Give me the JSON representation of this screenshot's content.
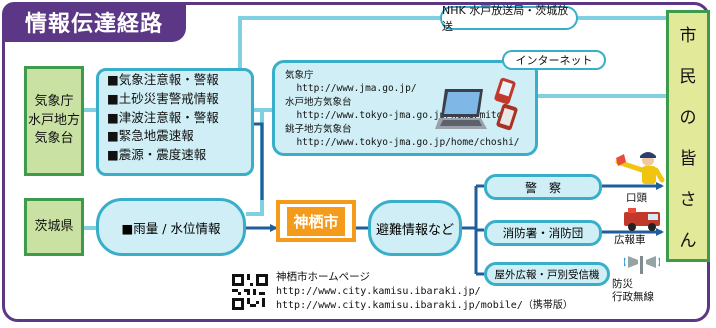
{
  "title": "情報伝達経路",
  "sources": {
    "jma": [
      "気象庁",
      "水戸地方",
      "気象台"
    ],
    "ibaraki": "茨城県"
  },
  "warnings": [
    "■気象注意報・警報",
    "■土砂災害警戒情報",
    "■津波注意報・警報",
    "■緊急地震速報",
    "■震源・震度速報"
  ],
  "rain_info": "■雨量 / 水位情報",
  "nhk_label": "NHK 水戸放送局・茨城放送",
  "internet": {
    "label": "インターネット",
    "entries": [
      {
        "name": "気象庁",
        "url": "http://www.jma.go.jp/"
      },
      {
        "name": "水戸地方気象台",
        "url": "http://www.tokyo-jma.go.jp/home/mito/"
      },
      {
        "name": "銚子地方気象台",
        "url": "http://www.tokyo-jma.go.jp/home/choshi/"
      }
    ]
  },
  "kamisu": "神栖市",
  "evac_info": "避難情報など",
  "channels": [
    "警　察",
    "消防署・消防団",
    "屋外広報・戸別受信機"
  ],
  "captions": {
    "police": "口頭",
    "fire": "広報車",
    "speaker": [
      "防災",
      "行政無線"
    ]
  },
  "citizens": [
    "市",
    "民",
    "の",
    "皆",
    "さ",
    "ん"
  ],
  "homepage": {
    "label": "神栖市ホームページ",
    "urls": [
      "http://www.city.kamisu.ibaraki.jp/",
      "http://www.city.kamisu.ibaraki.jp/mobile/（携帯版）"
    ]
  },
  "colors": {
    "purple": "#5b3785",
    "green_border": "#3f9b4c",
    "green_fill": "#c9e2a3",
    "cyan_border": "#38aec9",
    "cyan_fill": "#cfeef5",
    "navy_arrow": "#1f5d9c",
    "orange": "#f59b1c",
    "citizens_fill": "#e2ea9a"
  }
}
